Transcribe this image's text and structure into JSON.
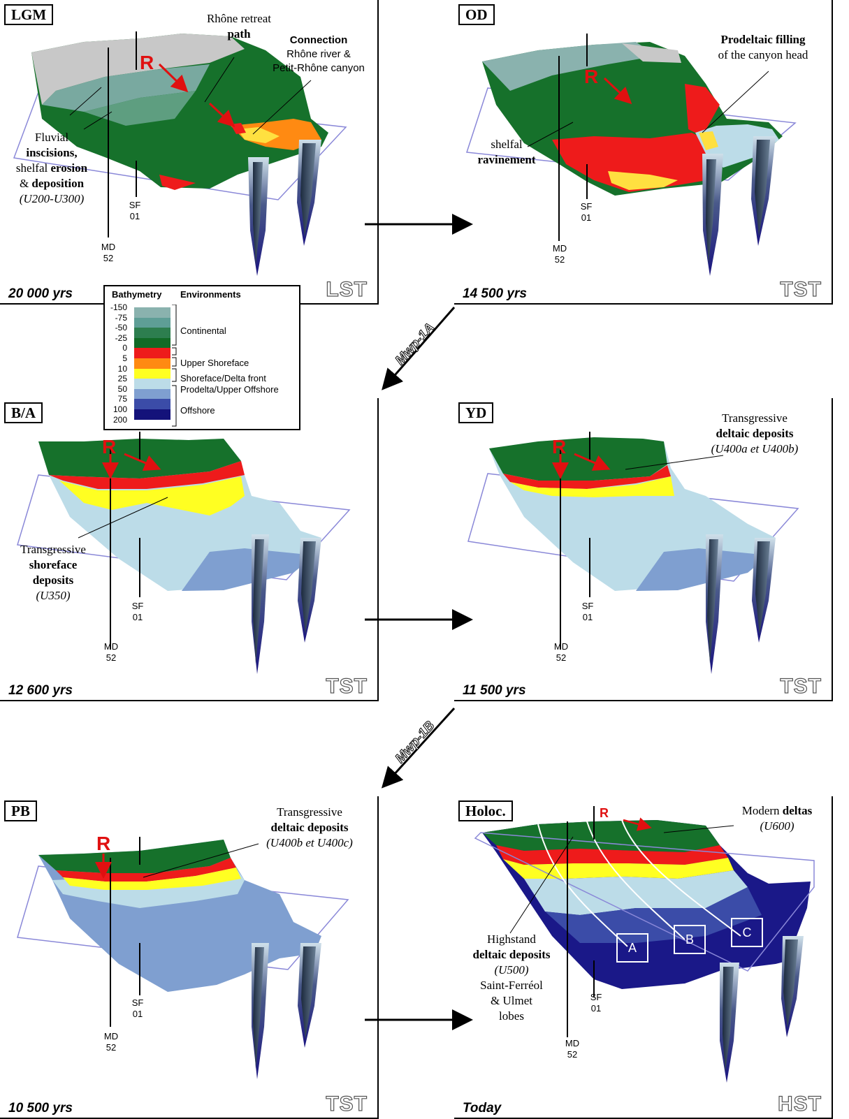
{
  "panels": {
    "lgm": {
      "tag": "LGM",
      "age": "20 000 yrs",
      "tract": "LST"
    },
    "od": {
      "tag": "OD",
      "age": "14 500 yrs",
      "tract": "TST"
    },
    "ba": {
      "tag": "B/A",
      "age": "12 600 yrs",
      "tract": "TST"
    },
    "yd": {
      "tag": "YD",
      "age": "11 500 yrs",
      "tract": "TST"
    },
    "pb": {
      "tag": "PB",
      "age": "10 500 yrs",
      "tract": "TST"
    },
    "holoc": {
      "tag": "Holoc.",
      "age": "Today",
      "tract": "HST"
    }
  },
  "wells": {
    "md": "MD",
    "md_num": "52",
    "sf": "SF",
    "sf_num": "01"
  },
  "river_mark": "R",
  "notes": {
    "lgm_path_1": "Rhône retreat",
    "lgm_path_2": "path",
    "lgm_conn_1": "Connection",
    "lgm_conn_2": "Rhône river &",
    "lgm_conn_3": "Petit-Rhône canyon",
    "lgm_fluv_1": "Fluvial",
    "lgm_fluv_2": "inscisions,",
    "lgm_fluv_3": "shelfal",
    "lgm_fluv_4": "erosion",
    "lgm_fluv_5": "&",
    "lgm_fluv_6": "deposition",
    "lgm_fluv_7": "(U200-U300)",
    "od_pro_1": "Prodeltaic filling",
    "od_pro_2": "of the canyon head",
    "od_rav_1": "shelfal",
    "od_rav_2": "ravinement",
    "ba_1": "Transgressive",
    "ba_2": "shoreface",
    "ba_3": "deposits",
    "ba_4": "(U350)",
    "yd_1": "Transgressive",
    "yd_2": "deltaic deposits",
    "yd_3": "(U400a et U400b)",
    "pb_1": "Transgressive",
    "pb_2": "deltaic deposits",
    "pb_3": "(U400b et U400c)",
    "ho_mod_1": "Modern",
    "ho_mod_2": "deltas",
    "ho_mod_3": "(U600)",
    "ho_hi_1": "Highstand",
    "ho_hi_2": "deltaic deposits",
    "ho_hi_3": "(U500)",
    "ho_hi_4": "Saint-Ferréol",
    "ho_hi_5": "& Ulmet",
    "ho_hi_6": "lobes",
    "box_a": "A",
    "box_b": "B",
    "box_c": "C"
  },
  "events": {
    "mwp1a": "Mwp-1A",
    "mwp1b": "Mwp-1B"
  },
  "legend": {
    "bathymetry_header": "Bathymetry",
    "environments_header": "Environments",
    "values": [
      "-150",
      "-75",
      "-50",
      "-25",
      "0",
      "5",
      "10",
      "25",
      "50",
      "75",
      "100",
      "200"
    ],
    "colors": [
      "#c4c4c4",
      "#8ab2ae",
      "#5e9e96",
      "#2d7e4f",
      "#116a26",
      "#ee1b1b",
      "#ff8a12",
      "#ffff22",
      "#bcdce8",
      "#7f9fd0",
      "#3b4ca8",
      "#14127a"
    ],
    "environments": {
      "continental": "Continental",
      "upper_shoreface": "Upper Shoreface",
      "shoreface_delta": "Shoreface/Delta front",
      "prodelta": "Prodelta/Upper Offshore",
      "offshore": "Offshore"
    }
  }
}
